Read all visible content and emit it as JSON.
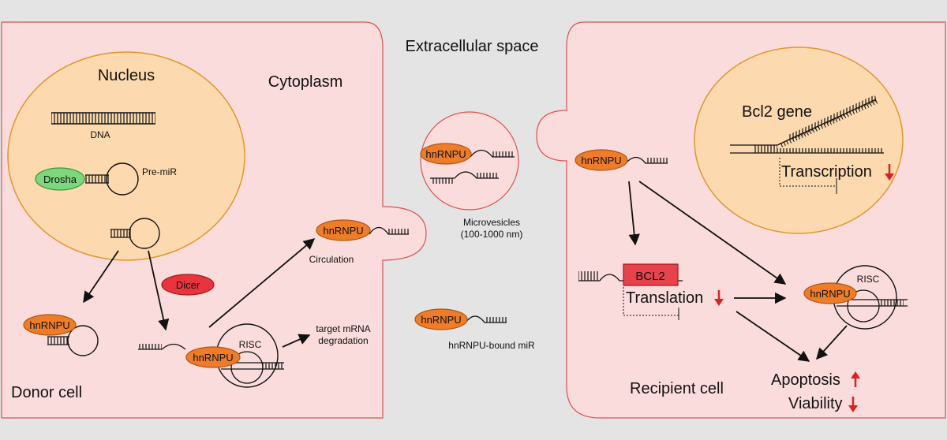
{
  "labels": {
    "extracellular": "Extracellular space",
    "nucleus": "Nucleus",
    "cytoplasm": "Cytoplasm",
    "dna": "DNA",
    "drosha": "Drosha",
    "pre_mir": "Pre-miR",
    "dicer": "Dicer",
    "hnrnpu": "hnRNPU",
    "risc": "RISC",
    "circulation": "Circulation",
    "target_mrna_1": "target mRNA",
    "target_mrna_2": "degradation",
    "microvesicles_1": "Microvesicles",
    "microvesicles_2": "(100-1000 nm)",
    "hnrnpu_bound": "hnRNPU-bound miR",
    "donor_cell": "Donor cell",
    "recipient_cell": "Recipient cell",
    "bcl2_gene": "Bcl2 gene",
    "transcription": "Transcription",
    "bcl2_box": "BCL2",
    "translation": "Translation",
    "apoptosis": "Apoptosis",
    "viability": "Viability"
  },
  "colors": {
    "background": "#e4e4e4",
    "cell_fill": "#fbdcdc",
    "cell_stroke": "#d9534f",
    "nucleus_fill": "#fcd9ae",
    "nucleus_stroke": "#e0982c",
    "hnrnpu_fill": "#ee7d2a",
    "drosha_fill": "#7ed67e",
    "dicer_fill": "#e8343d",
    "bcl2_fill": "#e8424c",
    "red_arrow": "#e02020"
  }
}
